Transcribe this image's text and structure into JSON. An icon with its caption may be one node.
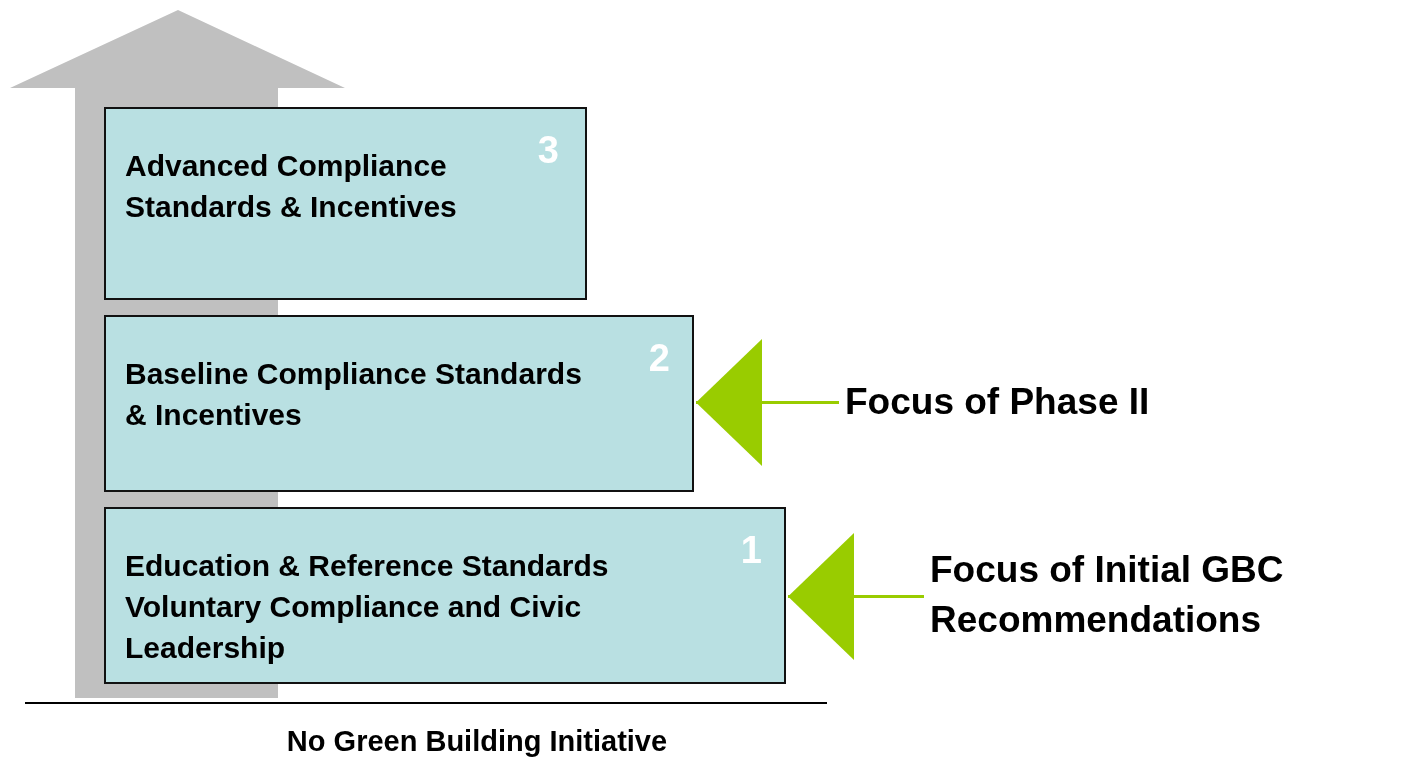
{
  "diagram": {
    "nodes": [
      {
        "text": [
          "Advanced Compliance Standards & Incentives",
          "3"
        ]
      },
      {
        "text": [
          "Baseline Compliance Standards & Incentives",
          "2"
        ]
      },
      {
        "text": [
          "Focus of Phase II"
        ]
      },
      {
        "text": [
          "Education & Reference Standards Voluntary Compliance and Civic Leadership",
          "1"
        ]
      },
      {
        "text": [
          "Focus of Initial GBC Recommendations"
        ]
      }
    ],
    "edges": [
      {
        "from": 2,
        "to": 1,
        "arrow": "to",
        "color": "#99cc00"
      },
      {
        "from": 4,
        "to": 3,
        "arrow": "to",
        "color": "#99cc00"
      }
    ],
    "labels": [
      "No Green Building Initiative"
    ]
  }
}
